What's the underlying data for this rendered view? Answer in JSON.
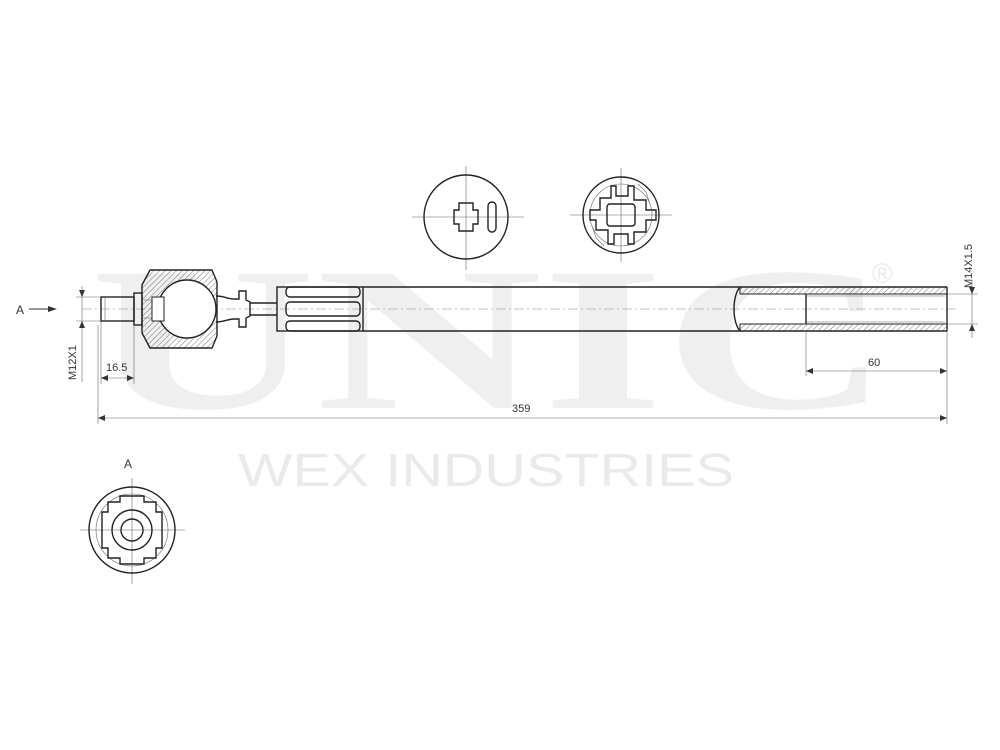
{
  "watermark": {
    "brand": "UNIC",
    "registered": "®",
    "company": "WEX INDUSTRIES"
  },
  "labels": {
    "view_arrow": "A",
    "view_title": "A"
  },
  "dimensions": {
    "inner_thread": "M12X1",
    "outer_thread": "M14X1.5",
    "inner_length": "16.5",
    "outer_length": "60",
    "total_length": "359"
  },
  "colors": {
    "line": "#333333",
    "watermark": "#efefef"
  }
}
